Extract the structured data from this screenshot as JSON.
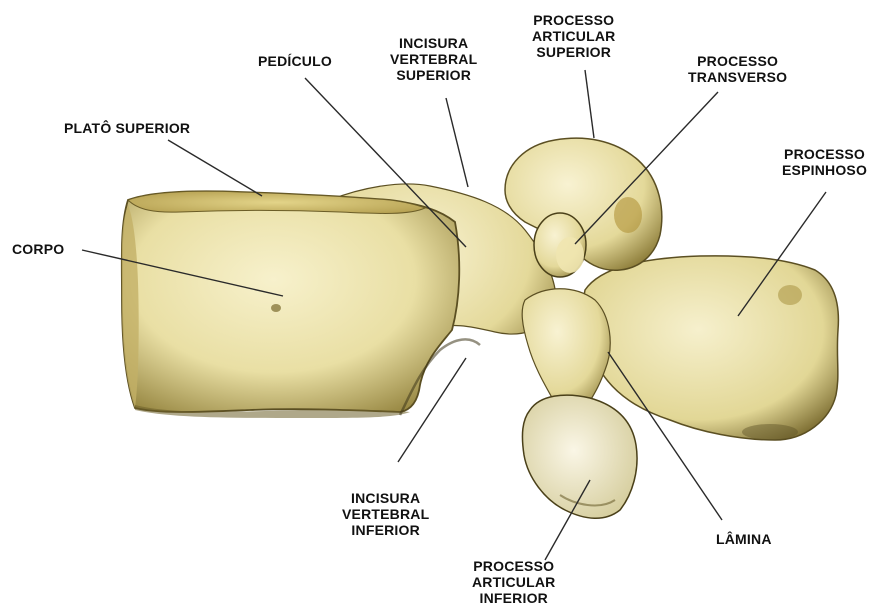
{
  "colors": {
    "bone_light": "#f4edc2",
    "bone_mid": "#dcd08a",
    "bone_dark": "#8a7a3a",
    "bone_shadow": "#4d4320",
    "leader": "#2a2a2a",
    "label": "#111111"
  },
  "labels": {
    "plato_superior": [
      "PLATÔ SUPERIOR"
    ],
    "corpo": [
      "CORPO"
    ],
    "pediculo": [
      "PEDÍCULO"
    ],
    "incisura_superior": [
      "INCISURA",
      "VERTEBRAL",
      "SUPERIOR"
    ],
    "processo_articular_superior": [
      "PROCESSO",
      "ARTICULAR",
      "SUPERIOR"
    ],
    "processo_transverso": [
      "PROCESSO",
      "TRANSVERSO"
    ],
    "processo_espinhoso": [
      "PROCESSO",
      "ESPINHOSO"
    ],
    "incisura_inferior": [
      "INCISURA",
      "VERTEBRAL",
      "INFERIOR"
    ],
    "processo_articular_inferior": [
      "PROCESSO",
      "ARTICULAR",
      "INFERIOR"
    ],
    "lamina": [
      "LÂMINA"
    ]
  }
}
